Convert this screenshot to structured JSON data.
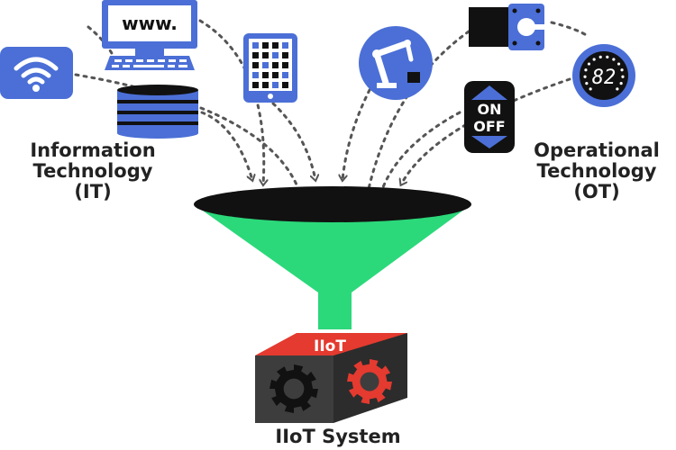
{
  "colors": {
    "icon_blue": "#4b6fd6",
    "funnel_green": "#2bd97a",
    "funnel_rim": "#111111",
    "cube_red": "#e43a2f",
    "cube_dark": "#3d3d3d",
    "arrow_gray": "#555555"
  },
  "labels": {
    "it_lines": [
      "Information",
      "Technology",
      "(IT)"
    ],
    "ot_lines": [
      "Operational",
      "Technology",
      "(OT)"
    ],
    "system": "IIoT System"
  },
  "icons": {
    "wifi": "wifi-icon",
    "computer": "computer-icon",
    "computer_text": "www.",
    "database": "database-icon",
    "tablet": "tablet-icon",
    "robot_arm": "robot-arm-icon",
    "motor": "motor-icon",
    "gauge": "gauge-icon",
    "gauge_value": "82",
    "switch": "on-off-switch-icon",
    "switch_on": "ON",
    "switch_off": "OFF",
    "gear": "gear-icon"
  },
  "cube": {
    "label": "IIoT"
  }
}
